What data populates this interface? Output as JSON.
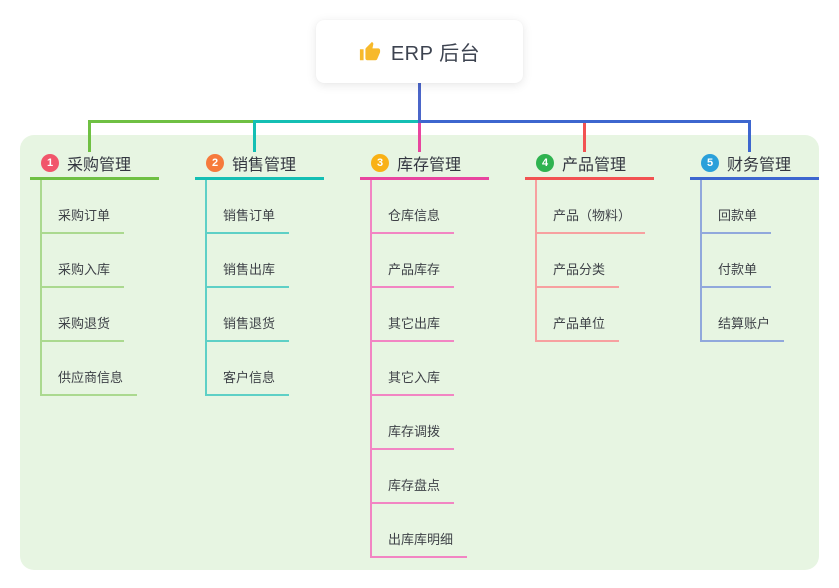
{
  "root": {
    "title": "ERP 后台",
    "icon": "thumbs-up-icon"
  },
  "branches": [
    {
      "index": "1",
      "label": "采购管理",
      "badge_color": "#f1566b",
      "line_color": "#6fc043",
      "child_line_color": "#abd98f",
      "children": [
        "采购订单",
        "采购入库",
        "采购退货",
        "供应商信息"
      ]
    },
    {
      "index": "2",
      "label": "销售管理",
      "badge_color": "#f67a3c",
      "line_color": "#14bfb4",
      "child_line_color": "#5ed0c6",
      "children": [
        "销售订单",
        "销售出库",
        "销售退货",
        "客户信息"
      ]
    },
    {
      "index": "3",
      "label": "库存管理",
      "badge_color": "#f9b115",
      "line_color": "#e8459f",
      "child_line_color": "#f285c3",
      "children": [
        "仓库信息",
        "产品库存",
        "其它出库",
        "其它入库",
        "库存调拨",
        "库存盘点",
        "出库库明细"
      ]
    },
    {
      "index": "4",
      "label": "产品管理",
      "badge_color": "#2fb350",
      "line_color": "#f25252",
      "child_line_color": "#f7a0a0",
      "children": [
        "产品（物料）",
        "产品分类",
        "产品单位"
      ]
    },
    {
      "index": "5",
      "label": "财务管理",
      "badge_color": "#2aa0da",
      "line_color": "#3d66cf",
      "child_line_color": "#91a8dc",
      "children": [
        "回款单",
        "付款单",
        "结算账户"
      ]
    }
  ],
  "colors": {
    "canvas_bg": "#ffffff",
    "panel_bg": "#e7f5e2",
    "root_line": "#4b66c9",
    "root_text": "#3d4350",
    "thumb_icon": "#f7b92b"
  }
}
